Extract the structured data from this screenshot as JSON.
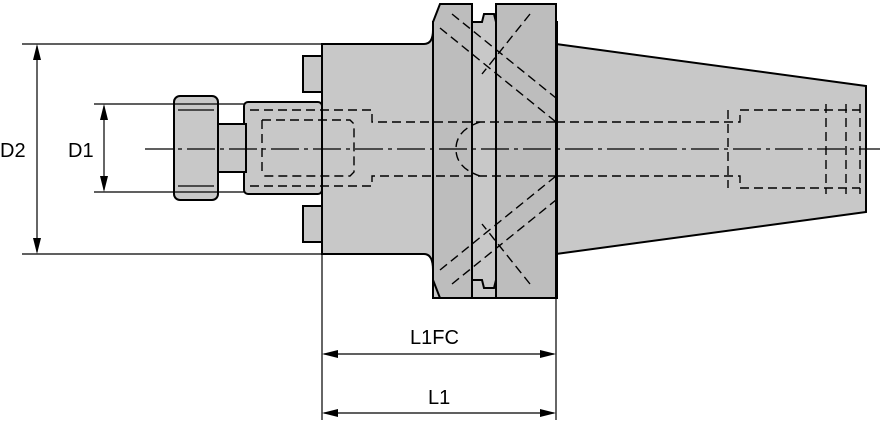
{
  "dimensions": {
    "d2": "D2",
    "d1": "D1",
    "l1fc": "L1FC",
    "l1": "L1"
  }
}
